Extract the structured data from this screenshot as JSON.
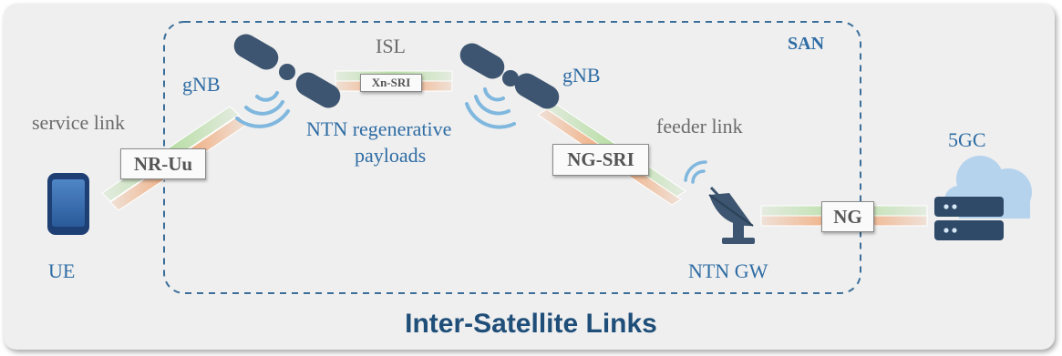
{
  "labels": {
    "service_link": "service link",
    "gnb_left": "gNB",
    "isl": "ISL",
    "gnb_right": "gNB",
    "san": "SAN",
    "payloads_line1": "NTN regenerative",
    "payloads_line2": "payloads",
    "feeder_link": "feeder link",
    "core": "5GC",
    "ue": "UE",
    "ntn_gw": "NTN GW"
  },
  "interfaces": {
    "nr_uu": "NR-Uu",
    "xn_sri": "Xn-SRI",
    "ng_sri": "NG-SRI",
    "ng": "NG"
  },
  "caption": "Inter-Satellite Links",
  "colors": {
    "accent_blue": "#2e6ca4",
    "caption_blue": "#1f4e79",
    "satellite": "#3d5570",
    "link_green": "#b9dea6",
    "link_orange": "#f0a877",
    "dashed_border": "#3b6e99"
  },
  "icons": [
    "phone-icon",
    "satellite-icon",
    "signal-waves-icon",
    "ground-station-dish-icon",
    "server-icon",
    "cloud-icon"
  ]
}
